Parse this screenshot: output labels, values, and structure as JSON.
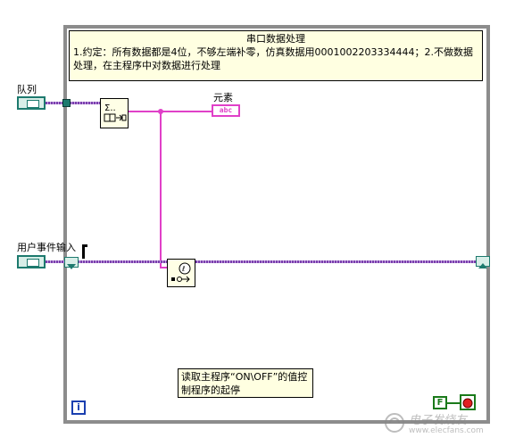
{
  "comments": {
    "top_title": "串口数据处理",
    "top_body": "1.约定：所有数据都是4位，不够左端补零，仿真数据用0001002203334444；2.不做数据处理，在主程序中对数据进行处理",
    "bottom": "读取主程序“ON\\OFF”的值控制程序的起停"
  },
  "labels": {
    "queue": "队列",
    "user_event": "用户事件输入",
    "element": "元素"
  },
  "terminals": {
    "string_indicator": "abc",
    "stop_false": "F",
    "iteration": "i"
  },
  "watermark": {
    "site": "电子发烧友",
    "url": "www.elecfans.com"
  },
  "colors": {
    "loop_border": "#8c8c8c",
    "comment_bg": "#ffffe1",
    "wire_purple": "#7a3fae",
    "wire_pink": "#e040c8",
    "terminal_teal": "#1d7a6e",
    "stop_red": "#e02020"
  }
}
